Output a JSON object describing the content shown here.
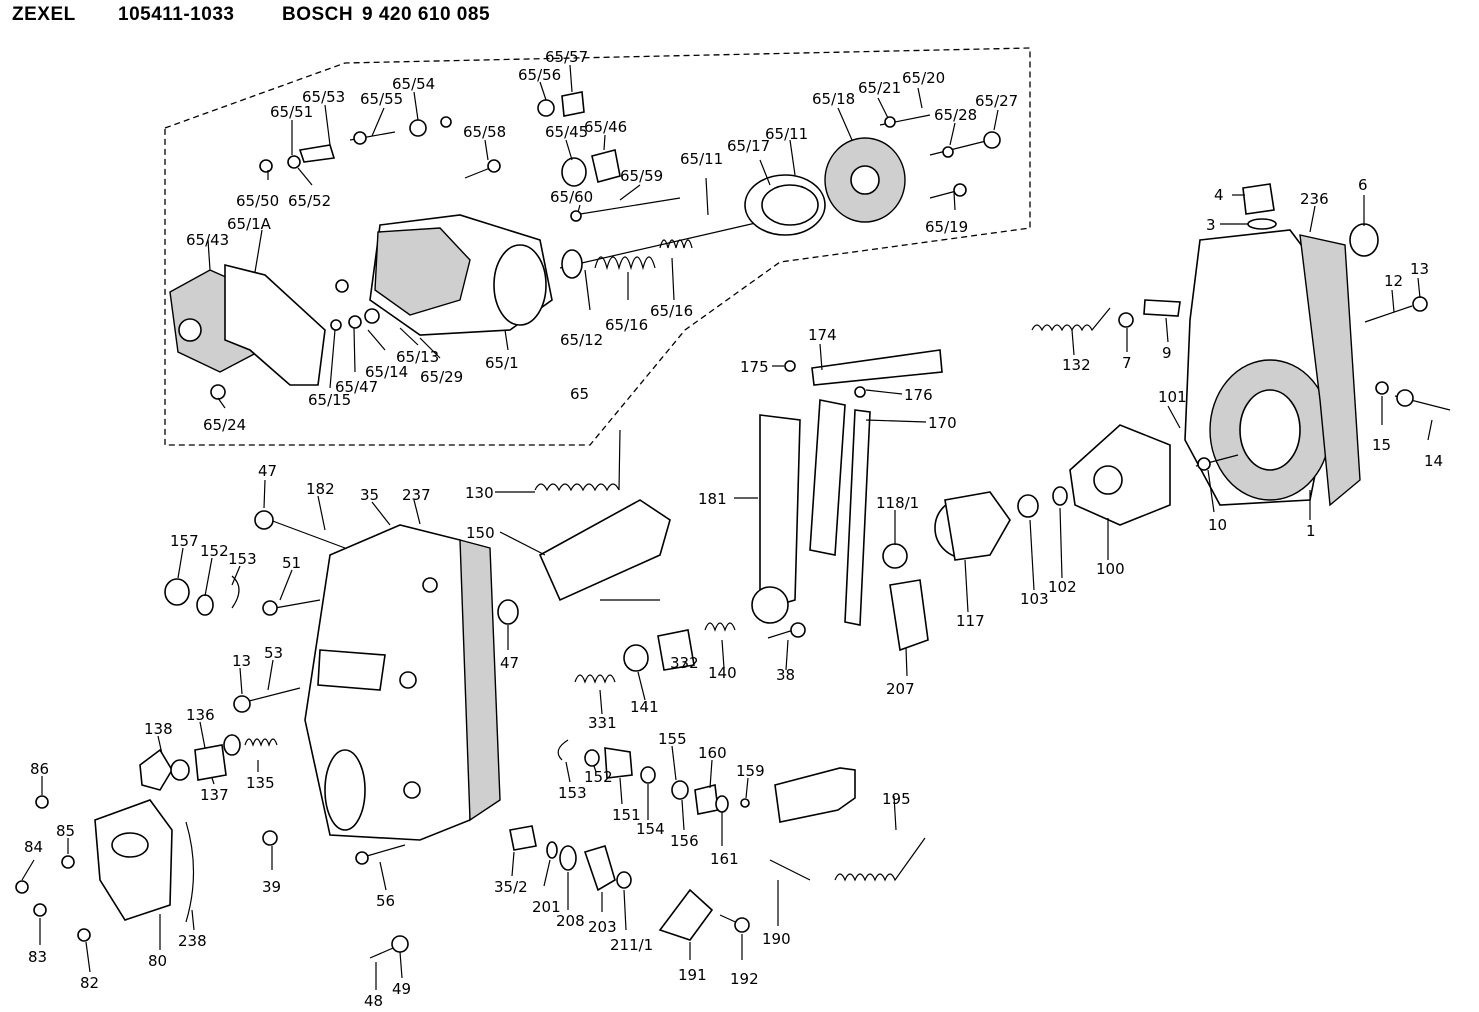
{
  "header": {
    "brand": "ZEXEL",
    "zexel_number": "105411-1033",
    "maker": "BOSCH",
    "bosch_number": "9 420 610 085"
  },
  "callouts": {
    "c65_57": "65/57",
    "c65_56": "65/56",
    "c65_54": "65/54",
    "c65_53": "65/53",
    "c65_55": "65/55",
    "c65_51": "65/51",
    "c65_58": "65/58",
    "c65_45": "65/45",
    "c65_46": "65/46",
    "c65_18": "65/18",
    "c65_21": "65/21",
    "c65_20": "65/20",
    "c65_27": "65/27",
    "c65_28": "65/28",
    "c65_17": "65/17",
    "c65_11a": "65/11",
    "c65_11b": "65/11",
    "c65_59": "65/59",
    "c65_60": "65/60",
    "c65_50": "65/50",
    "c65_52": "65/52",
    "c65_19": "65/19",
    "c65_43": "65/43",
    "c65_1A": "65/1A",
    "c65_12": "65/12",
    "c65_16a": "65/16",
    "c65_16b": "65/16",
    "c65_13": "65/13",
    "c65_14": "65/14",
    "c65_29": "65/29",
    "c65_1": "65/1",
    "c65_15": "65/15",
    "c65_47": "65/47",
    "c65_24": "65/24",
    "c65": "65",
    "c4": "4",
    "c3": "3",
    "c6": "6",
    "c236": "236",
    "c12": "12",
    "c13a": "13",
    "c132": "132",
    "c7": "7",
    "c9": "9",
    "c174": "174",
    "c175": "175",
    "c176": "176",
    "c170": "170",
    "c101": "101",
    "c15": "15",
    "c14": "14",
    "c10": "10",
    "c1": "1",
    "c100": "100",
    "c102": "102",
    "c103": "103",
    "c117": "117",
    "c118_1": "118/1",
    "c181": "181",
    "c130": "130",
    "c150": "150",
    "c47a": "47",
    "c182": "182",
    "c35": "35",
    "c237": "237",
    "c157": "157",
    "c152a": "152",
    "c153a": "153",
    "c51": "51",
    "c47b": "47",
    "c13b": "13",
    "c53": "53",
    "c207": "207",
    "c38": "38",
    "c140": "140",
    "c332": "332",
    "c141": "141",
    "c331": "331",
    "c138": "138",
    "c136": "136",
    "c137": "137",
    "c135": "135",
    "c155": "155",
    "c160": "160",
    "c159": "159",
    "c153b": "153",
    "c152b": "152",
    "c151": "151",
    "c154": "154",
    "c156": "156",
    "c161": "161",
    "c195": "195",
    "c86": "86",
    "c85": "85",
    "c84": "84",
    "c83": "83",
    "c82": "82",
    "c80": "80",
    "c238": "238",
    "c39": "39",
    "c56": "56",
    "c48": "48",
    "c49": "49",
    "c35_2": "35/2",
    "c201": "201",
    "c208": "208",
    "c203": "203",
    "c211_1": "211/1",
    "c191": "191",
    "c192": "192",
    "c190": "190"
  }
}
